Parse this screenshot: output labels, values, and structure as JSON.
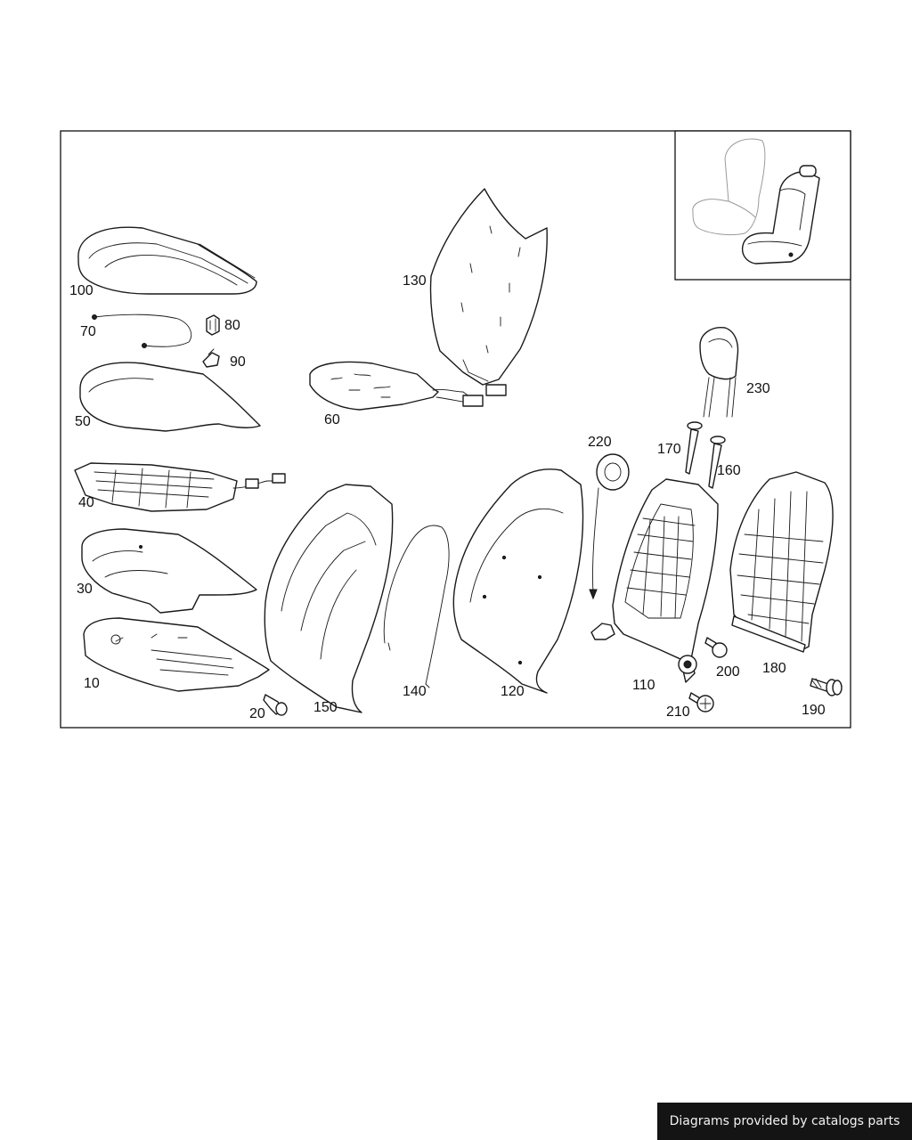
{
  "diagram": {
    "callouts": [
      {
        "id": "p10",
        "label": "10"
      },
      {
        "id": "p20",
        "label": "20"
      },
      {
        "id": "p30",
        "label": "30"
      },
      {
        "id": "p40",
        "label": "40"
      },
      {
        "id": "p50",
        "label": "50"
      },
      {
        "id": "p60",
        "label": "60"
      },
      {
        "id": "p70",
        "label": "70"
      },
      {
        "id": "p80",
        "label": "80"
      },
      {
        "id": "p90",
        "label": "90"
      },
      {
        "id": "p100",
        "label": "100"
      },
      {
        "id": "p110",
        "label": "110"
      },
      {
        "id": "p120",
        "label": "120"
      },
      {
        "id": "p130",
        "label": "130"
      },
      {
        "id": "p140",
        "label": "140"
      },
      {
        "id": "p150",
        "label": "150"
      },
      {
        "id": "p160",
        "label": "160"
      },
      {
        "id": "p170",
        "label": "170"
      },
      {
        "id": "p180",
        "label": "180"
      },
      {
        "id": "p190",
        "label": "190"
      },
      {
        "id": "p200",
        "label": "200"
      },
      {
        "id": "p210",
        "label": "210"
      },
      {
        "id": "p220",
        "label": "220"
      },
      {
        "id": "p230",
        "label": "230"
      }
    ]
  },
  "footer": {
    "credit": "Diagrams provided by catalogs parts"
  }
}
